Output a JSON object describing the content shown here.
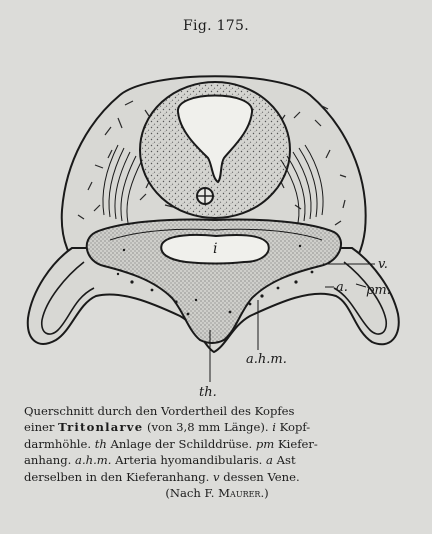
{
  "figure": {
    "number": "Fig. 175.",
    "labels": {
      "i": "i",
      "v": "v.",
      "a": "a.",
      "pm": "pm.",
      "ahm": "a.h.m.",
      "th": "th."
    }
  },
  "caption": {
    "line1": "Querschnitt durch den Vordertheil des Kopfes",
    "line2a": "einer ",
    "line2b": "Tritonlarve",
    "line2c": " (von 3,8 mm Länge). ",
    "line2d": "i",
    "line2e": " Kopf-",
    "line3a": "darmhöhle. ",
    "line3b": "th",
    "line3c": " Anlage der Schilddrüse. ",
    "line3d": "pm",
    "line3e": " Kiefer-",
    "line4a": "anhang. ",
    "line4b": "a.h.m.",
    "line4c": " Arteria hyomandibularis. ",
    "line4d": "a",
    "line4e": " Ast",
    "line5a": "derselben in den Kieferanhang. ",
    "line5b": "v",
    "line5c": " dessen Vene.",
    "line6a": "(Nach F. ",
    "line6b": "Maurer",
    "line6c": ".)"
  }
}
